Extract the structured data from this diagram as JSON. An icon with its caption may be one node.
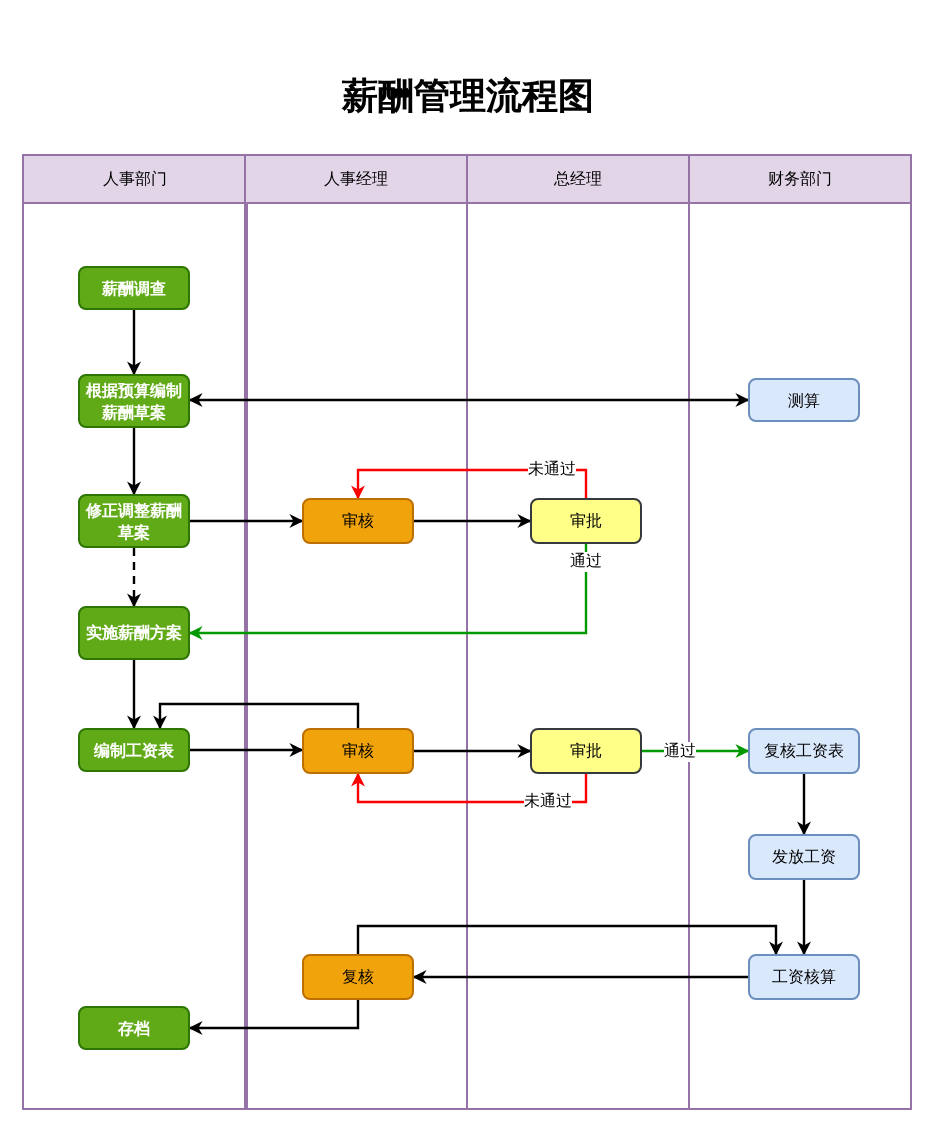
{
  "diagram": {
    "title": "薪酬管理流程图",
    "nodes": [
      {
        "text": [
          "人事部门"
        ]
      },
      {
        "text": [
          "人事经理"
        ]
      },
      {
        "text": [
          "总经理"
        ]
      },
      {
        "text": [
          "财务部门"
        ]
      },
      {
        "text": [
          "薪酬调查"
        ],
        "in": 0
      },
      {
        "text": [
          "根据预算编制薪酬草案"
        ],
        "in": 0
      },
      {
        "text": [
          "测算"
        ],
        "in": 3
      },
      {
        "text": [
          "修正调整薪酬草案"
        ],
        "in": 0
      },
      {
        "text": [
          "审核"
        ],
        "in": 1
      },
      {
        "text": [
          "审批"
        ],
        "in": 2
      },
      {
        "text": [
          "实施薪酬方案"
        ],
        "in": 0
      },
      {
        "text": [
          "编制工资表"
        ],
        "in": 0
      },
      {
        "text": [
          "审核"
        ],
        "in": 1
      },
      {
        "text": [
          "审批"
        ],
        "in": 2
      },
      {
        "text": [
          "复核工资表"
        ],
        "in": 3
      },
      {
        "text": [
          "发放工资"
        ],
        "in": 3
      },
      {
        "text": [
          "工资核算"
        ],
        "in": 3
      },
      {
        "text": [
          "复核"
        ],
        "in": 1
      },
      {
        "text": [
          "存档"
        ],
        "in": 0
      }
    ],
    "edges": [
      {
        "from": 4,
        "to": 5,
        "arrow": "to"
      },
      {
        "from": 5,
        "to": 6,
        "arrow": "both"
      },
      {
        "from": 5,
        "to": 7,
        "arrow": "to"
      },
      {
        "from": 7,
        "to": 10,
        "arrow": "to",
        "style": "dashed"
      },
      {
        "from": 7,
        "to": 8,
        "arrow": "to"
      },
      {
        "from": 8,
        "to": 9,
        "arrow": "to"
      },
      {
        "from": 9,
        "to": 8,
        "arrow": "to",
        "label": "未通过",
        "color": "#ff0000"
      },
      {
        "from": 9,
        "to": 10,
        "arrow": "to",
        "label": "通过",
        "color": "#009900"
      },
      {
        "from": 10,
        "to": 11,
        "arrow": "to"
      },
      {
        "from": 11,
        "to": 12,
        "arrow": "to"
      },
      {
        "from": 12,
        "to": 11,
        "arrow": "to"
      },
      {
        "from": 12,
        "to": 13,
        "arrow": "to"
      },
      {
        "from": 13,
        "to": 12,
        "arrow": "to",
        "label": "未通过",
        "color": "#ff0000"
      },
      {
        "from": 13,
        "to": 14,
        "arrow": "to",
        "label": "通过",
        "color": "#009900"
      },
      {
        "from": 14,
        "to": 15,
        "arrow": "to"
      },
      {
        "from": 15,
        "to": 16,
        "arrow": "to"
      },
      {
        "from": 16,
        "to": 17,
        "arrow": "to"
      },
      {
        "from": 17,
        "to": 16,
        "arrow": "to"
      },
      {
        "from": 17,
        "to": 18,
        "arrow": "to"
      }
    ]
  }
}
